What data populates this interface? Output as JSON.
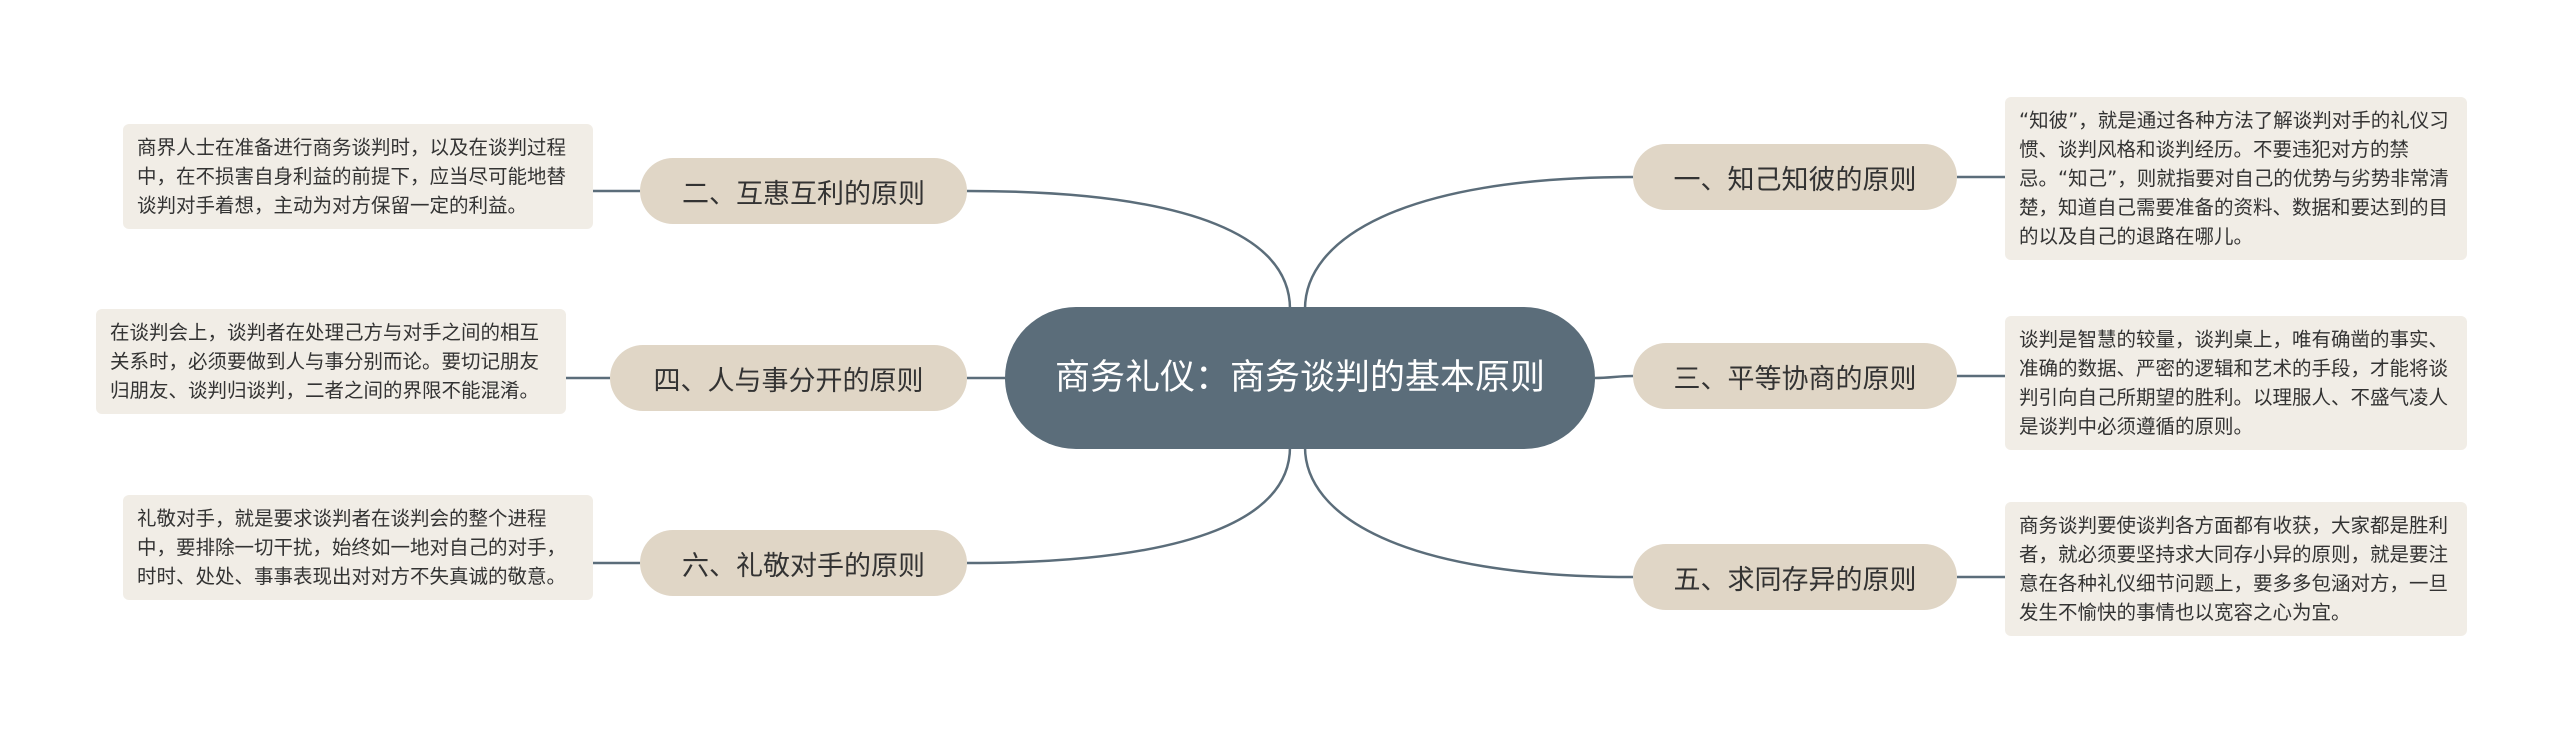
{
  "center": {
    "title": "商务礼仪：商务谈判的基本原则"
  },
  "branches": [
    {
      "label": "一、知己知彼的原则",
      "detail": "“知彼”，就是通过各种方法了解谈判对手的礼仪习惯、谈判风格和谈判经历。不要违犯对方的禁忌。“知己”，则就指要对自己的优势与劣势非常清楚，知道自己需要准备的资料、数据和要达到的目的以及自己的退路在哪儿。"
    },
    {
      "label": "二、互惠互利的原则",
      "detail": "商界人士在准备进行商务谈判时，以及在谈判过程中，在不损害自身利益的前提下，应当尽可能地替谈判对手着想，主动为对方保留一定的利益。"
    },
    {
      "label": "三、平等协商的原则",
      "detail": "谈判是智慧的较量，谈判桌上，唯有确凿的事实、准确的数据、严密的逻辑和艺术的手段，才能将谈判引向自己所期望的胜利。以理服人、不盛气凌人是谈判中必须遵循的原则。"
    },
    {
      "label": "四、人与事分开的原则",
      "detail": "在谈判会上，谈判者在处理己方与对手之间的相互关系时，必须要做到人与事分别而论。要切记朋友归朋友、谈判归谈判，二者之间的界限不能混淆。"
    },
    {
      "label": "五、求同存异的原则",
      "detail": "商务谈判要使谈判各方面都有收获，大家都是胜利者，就必须要坚持求大同存小异的原则，就是要注意在各种礼仪细节问题上，要多多包涵对方，一旦发生不愉快的事情也以宽容之心为宜。"
    },
    {
      "label": "六、礼敬对手的原则",
      "detail": "礼敬对手，就是要求谈判者在谈判会的整个进程中，要排除一切干扰，始终如一地对自己的对手，时时、处处、事事表现出对对方不失真诚的敬意。"
    }
  ],
  "colors": {
    "center_fill": "#5b6d7a",
    "branch_fill": "#e0d6c6",
    "leaf_fill": "#f1ede6",
    "link": "#5b6d7a"
  }
}
